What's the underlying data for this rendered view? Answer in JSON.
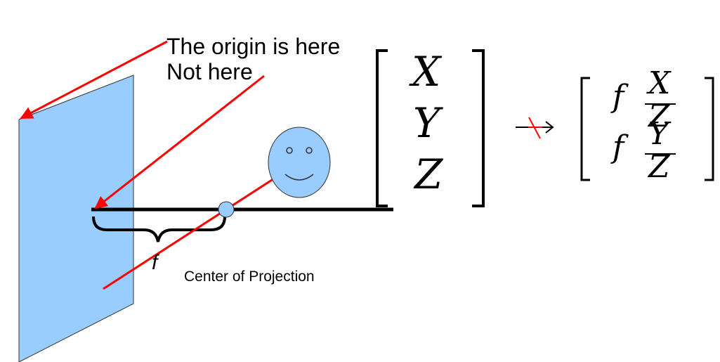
{
  "annotations": {
    "origin_here": "The origin is here",
    "not_here": "Not here",
    "focal_length": "f",
    "center_of_projection": "Center of Projection"
  },
  "world_vector": [
    "X",
    "Y",
    "Z"
  ],
  "projected_vector": {
    "f1": "f",
    "num1": "X",
    "den1": "Z",
    "f2": "f",
    "num2": "Y",
    "den2": "Z"
  },
  "colors": {
    "image_plane": "#99ccff",
    "arrow": "#ff0000",
    "axis": "#000000",
    "face": "#99ccff"
  }
}
